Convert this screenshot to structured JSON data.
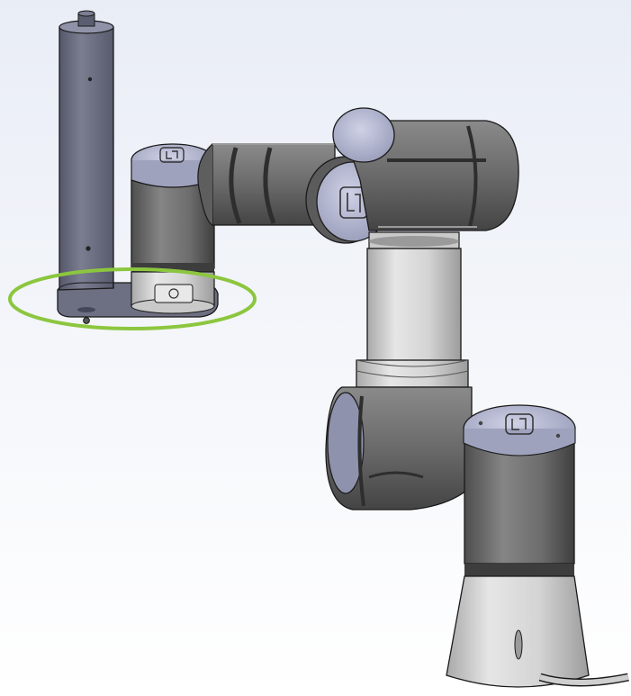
{
  "viewport": {
    "background_top": "#e9edf6",
    "background_bottom": "#ffffff"
  },
  "colors": {
    "joint_gray": "#7a7a7a",
    "joint_gray_dark": "#4e4e4e",
    "cap_lavender": "#b7bad2",
    "cap_lavender_dark": "#8e91ad",
    "tube_light": "#dcdcdc",
    "tube_shade": "#a9a9a9",
    "band_dark": "#3d3d3d",
    "column_blue": "#6f7183",
    "highlight_green": "#8cc63f",
    "outline": "#1a1a1a"
  },
  "parts": {
    "mount_column": "column",
    "mount_plate": "mounting-plate",
    "highlight": "highlight-ellipse",
    "wrist3": "wrist-3-joint",
    "wrist2": "wrist-2-joint",
    "forearm": "forearm-tube",
    "elbow": "elbow-joint",
    "upper_arm": "upper-arm-link",
    "shoulder": "shoulder-joint",
    "base": "base-joint",
    "cable": "base-cable"
  },
  "icons": [
    "logo-icon",
    "logo-icon",
    "logo-icon",
    "screw-icon",
    "connector-icon"
  ]
}
